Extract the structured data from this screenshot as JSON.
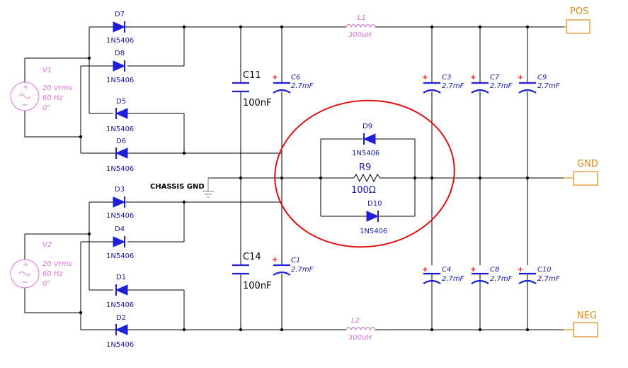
{
  "ports": {
    "pos": "POS",
    "gnd": "GND",
    "neg": "NEG"
  },
  "chassis_gnd": "CHASSIS GND",
  "diodes": {
    "d7": {
      "ref": "D7",
      "part": "1N5406"
    },
    "d8": {
      "ref": "D8",
      "part": "1N5406"
    },
    "d5": {
      "ref": "D5",
      "part": "1N5406"
    },
    "d6": {
      "ref": "D6",
      "part": "1N5406"
    },
    "d3": {
      "ref": "D3",
      "part": "1N5406"
    },
    "d4": {
      "ref": "D4",
      "part": "1N5406"
    },
    "d1": {
      "ref": "D1",
      "part": "1N5406"
    },
    "d2": {
      "ref": "D2",
      "part": "1N5406"
    },
    "d9": {
      "ref": "D9",
      "part": "1N5406"
    },
    "d10": {
      "ref": "D10",
      "part": "1N5406"
    }
  },
  "sources": {
    "v1": {
      "ref": "V1",
      "voltage": "20 Vrms",
      "freq": "60 Hz",
      "phase": "0°"
    },
    "v2": {
      "ref": "V2",
      "voltage": "20 Vrms",
      "freq": "60 Hz",
      "phase": "0°"
    }
  },
  "caps": {
    "c11": {
      "ref": "C11",
      "value": "100nF"
    },
    "c14": {
      "ref": "C14",
      "value": "100nF"
    },
    "c6": {
      "ref": "C6",
      "value": "2.7mF"
    },
    "c1": {
      "ref": "C1",
      "value": "2.7mF"
    },
    "c3": {
      "ref": "C3",
      "value": "2.7mF"
    },
    "c7": {
      "ref": "C7",
      "value": "2.7mF"
    },
    "c9": {
      "ref": "C9",
      "value": "2.7mF"
    },
    "c4": {
      "ref": "C4",
      "value": "2.7mF"
    },
    "c8": {
      "ref": "C8",
      "value": "2.7mF"
    },
    "c10": {
      "ref": "C10",
      "value": "2.7mF"
    }
  },
  "inductors": {
    "l1": {
      "ref": "L1",
      "value": "300uH"
    },
    "l2": {
      "ref": "L2",
      "value": "300uH"
    }
  },
  "resistor": {
    "ref": "R9",
    "value": "100Ω"
  },
  "plus_sign": "+",
  "colors": {
    "component": "#1f1fd8",
    "label": "#1a1aa8",
    "source": "#e070e0",
    "port": "#e08a1a",
    "highlight": "#e01010",
    "polarity": "#ff0000"
  }
}
